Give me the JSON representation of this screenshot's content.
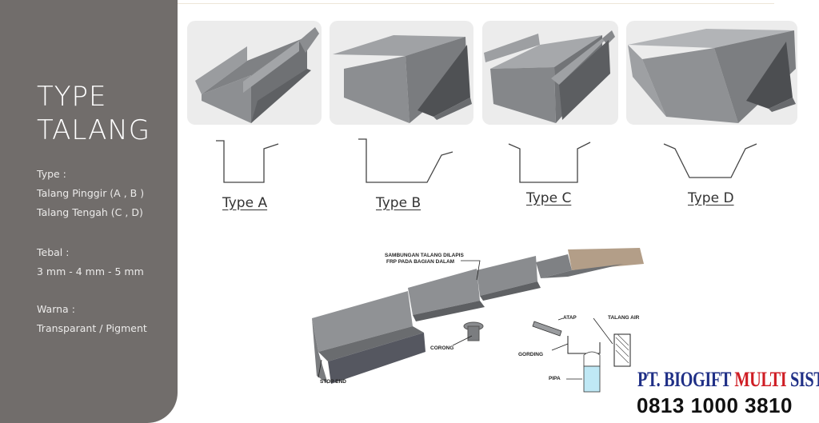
{
  "sidebar": {
    "title_line1": "TYPE",
    "title_line2": "TALANG",
    "type_heading": "Type :",
    "type_line1": "Talang Pinggir (A , B )",
    "type_line2": "Talang Tengah (C , D)",
    "tebal_heading": "Tebal :",
    "tebal_value": "3 mm - 4 mm - 5 mm",
    "warna_heading": "Warna :",
    "warna_value": "Transparant / Pigment"
  },
  "types": [
    {
      "label": "Type A"
    },
    {
      "label": "Type B"
    },
    {
      "label": "Type C"
    },
    {
      "label": "Type D"
    }
  ],
  "diagram": {
    "sambungan_line1": "SAMBUNGAN TALANG DILAPIS",
    "sambungan_line2": "FRP PADA BAGIAN DALAM",
    "atap": "ATAP",
    "talang_air": "TALANG AIR",
    "gording": "GORDING",
    "corong": "CORONG",
    "pipa": "PIPA",
    "stop_end": "STOP END"
  },
  "brand": {
    "part1": "PT. BIOGIFT",
    "part2": "MULTI",
    "part3": "SISTEM",
    "phone": "0813 1000 3810"
  },
  "colors": {
    "sidebar_bg": "#716d6b",
    "gutter_gray": "#8a8c8f",
    "brand_blue": "#1f2f86",
    "brand_red": "#cf1d24"
  }
}
